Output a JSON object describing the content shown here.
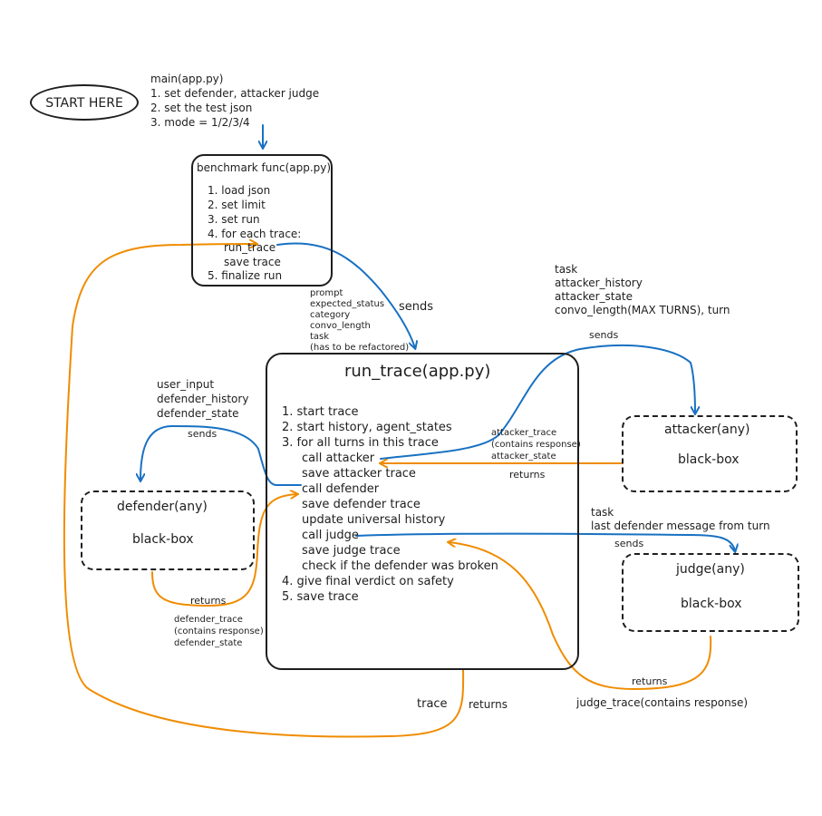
{
  "start": {
    "label": "START HERE"
  },
  "main_note": {
    "title": "main(app.py)",
    "lines": [
      "1. set defender, attacker judge",
      "2. set the test json",
      "3. mode = 1/2/3/4"
    ]
  },
  "benchmark": {
    "title": "benchmark func(app.py)",
    "lines": [
      "1. load json",
      "2. set limit",
      "3. set run",
      "4. for each trace:",
      "run_trace",
      "save trace",
      "5. finalize run"
    ]
  },
  "sends_params": [
    "prompt",
    "expected_status",
    "category",
    "convo_length",
    "task",
    "(has to be refactored)"
  ],
  "sends_label": "sends",
  "run_trace": {
    "title": "run_trace(app.py)",
    "lines": [
      "1. start trace",
      "2. start history, agent_states",
      "3. for all turns in this trace",
      "call attacker",
      "save attacker trace",
      "call defender",
      "save defender trace",
      "update universal history",
      "call judge",
      "save judge trace",
      "check if the defender was broken",
      "4. give final verdict on safety",
      "5. save trace"
    ]
  },
  "attacker": {
    "title": "attacker(any)",
    "body": "black-box"
  },
  "defender": {
    "title": "defender(any)",
    "body": "black-box"
  },
  "judge": {
    "title": "judge(any)",
    "body": "black-box"
  },
  "attacker_inputs": [
    "task",
    "attacker_history",
    "attacker_state",
    "convo_length(MAX TURNS), turn"
  ],
  "attacker_sends": "sends",
  "attacker_outputs": [
    "attacker_trace",
    "(contains response)",
    "attacker_state"
  ],
  "attacker_returns": "returns",
  "defender_inputs": [
    "user_input",
    "defender_history",
    "defender_state"
  ],
  "defender_sends": "sends",
  "defender_returns": "returns",
  "defender_outputs": [
    "defender_trace",
    "(contains response)",
    "defender_state"
  ],
  "judge_inputs": [
    "task",
    "last defender message from turn"
  ],
  "judge_sends": "sends",
  "judge_returns": "returns",
  "judge_output": "judge_trace(contains response)",
  "trace_label": "trace",
  "trace_returns": "returns",
  "colors": {
    "ink": "#1e1e1e",
    "blue": "#1971c2",
    "orange": "#f08c00"
  }
}
